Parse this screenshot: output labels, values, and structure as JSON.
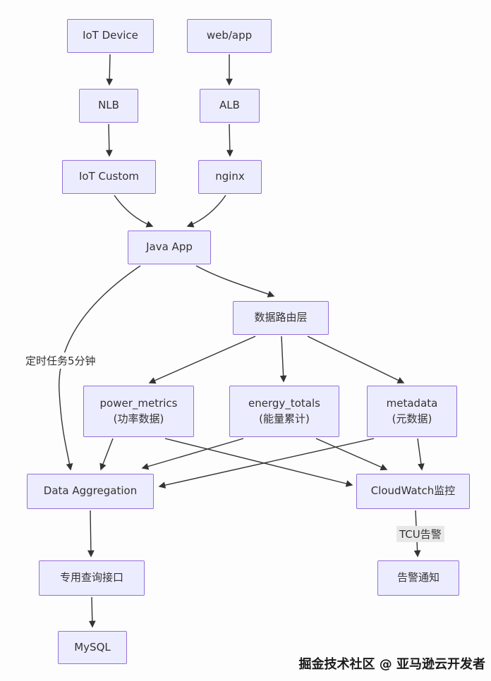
{
  "diagram": {
    "nodes": {
      "iot_device": {
        "label": "IoT Device"
      },
      "web_app": {
        "label": "web/app"
      },
      "nlb": {
        "label": "NLB"
      },
      "alb": {
        "label": "ALB"
      },
      "iot_custom": {
        "label": "IoT Custom"
      },
      "nginx": {
        "label": "nginx"
      },
      "java_app": {
        "label": "Java App"
      },
      "data_router": {
        "label": "数据路由层"
      },
      "power_metrics": {
        "label": "power_metrics",
        "sublabel": "(功率数据)"
      },
      "energy_totals": {
        "label": "energy_totals",
        "sublabel": "(能量累计)"
      },
      "metadata": {
        "label": "metadata",
        "sublabel": "(元数据)"
      },
      "data_aggregation": {
        "label": "Data Aggregation"
      },
      "cloudwatch": {
        "label": "CloudWatch监控"
      },
      "query_api": {
        "label": "专用查询接口"
      },
      "alert_notify": {
        "label": "告警通知"
      },
      "mysql": {
        "label": "MySQL"
      }
    },
    "edge_labels": {
      "timer_task": "定时任务5分钟",
      "tcu_alert": "TCU告警"
    },
    "colors": {
      "node_fill": "#ECECFF",
      "node_border": "#9370DB",
      "edge": "#333333"
    }
  },
  "watermark": "掘金技术社区 @ 亚马逊云开发者"
}
